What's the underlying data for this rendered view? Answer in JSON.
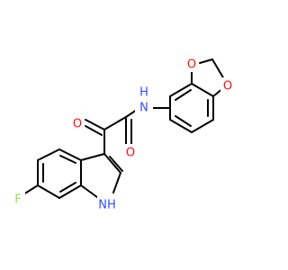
{
  "colors": {
    "background": "#ffffff",
    "carbon_bond": "#000000",
    "oxygen": "#ff0d0d",
    "nitrogen": "#3050f8",
    "fluorine": "#90e050"
  },
  "atoms": {
    "amide_n": "N",
    "amide_h": "H",
    "amide_o": "O",
    "ketone_o": "O",
    "dioxole_o_top": "O",
    "dioxole_o_right": "O",
    "fluorine": "F",
    "indole_nh": "NH"
  }
}
